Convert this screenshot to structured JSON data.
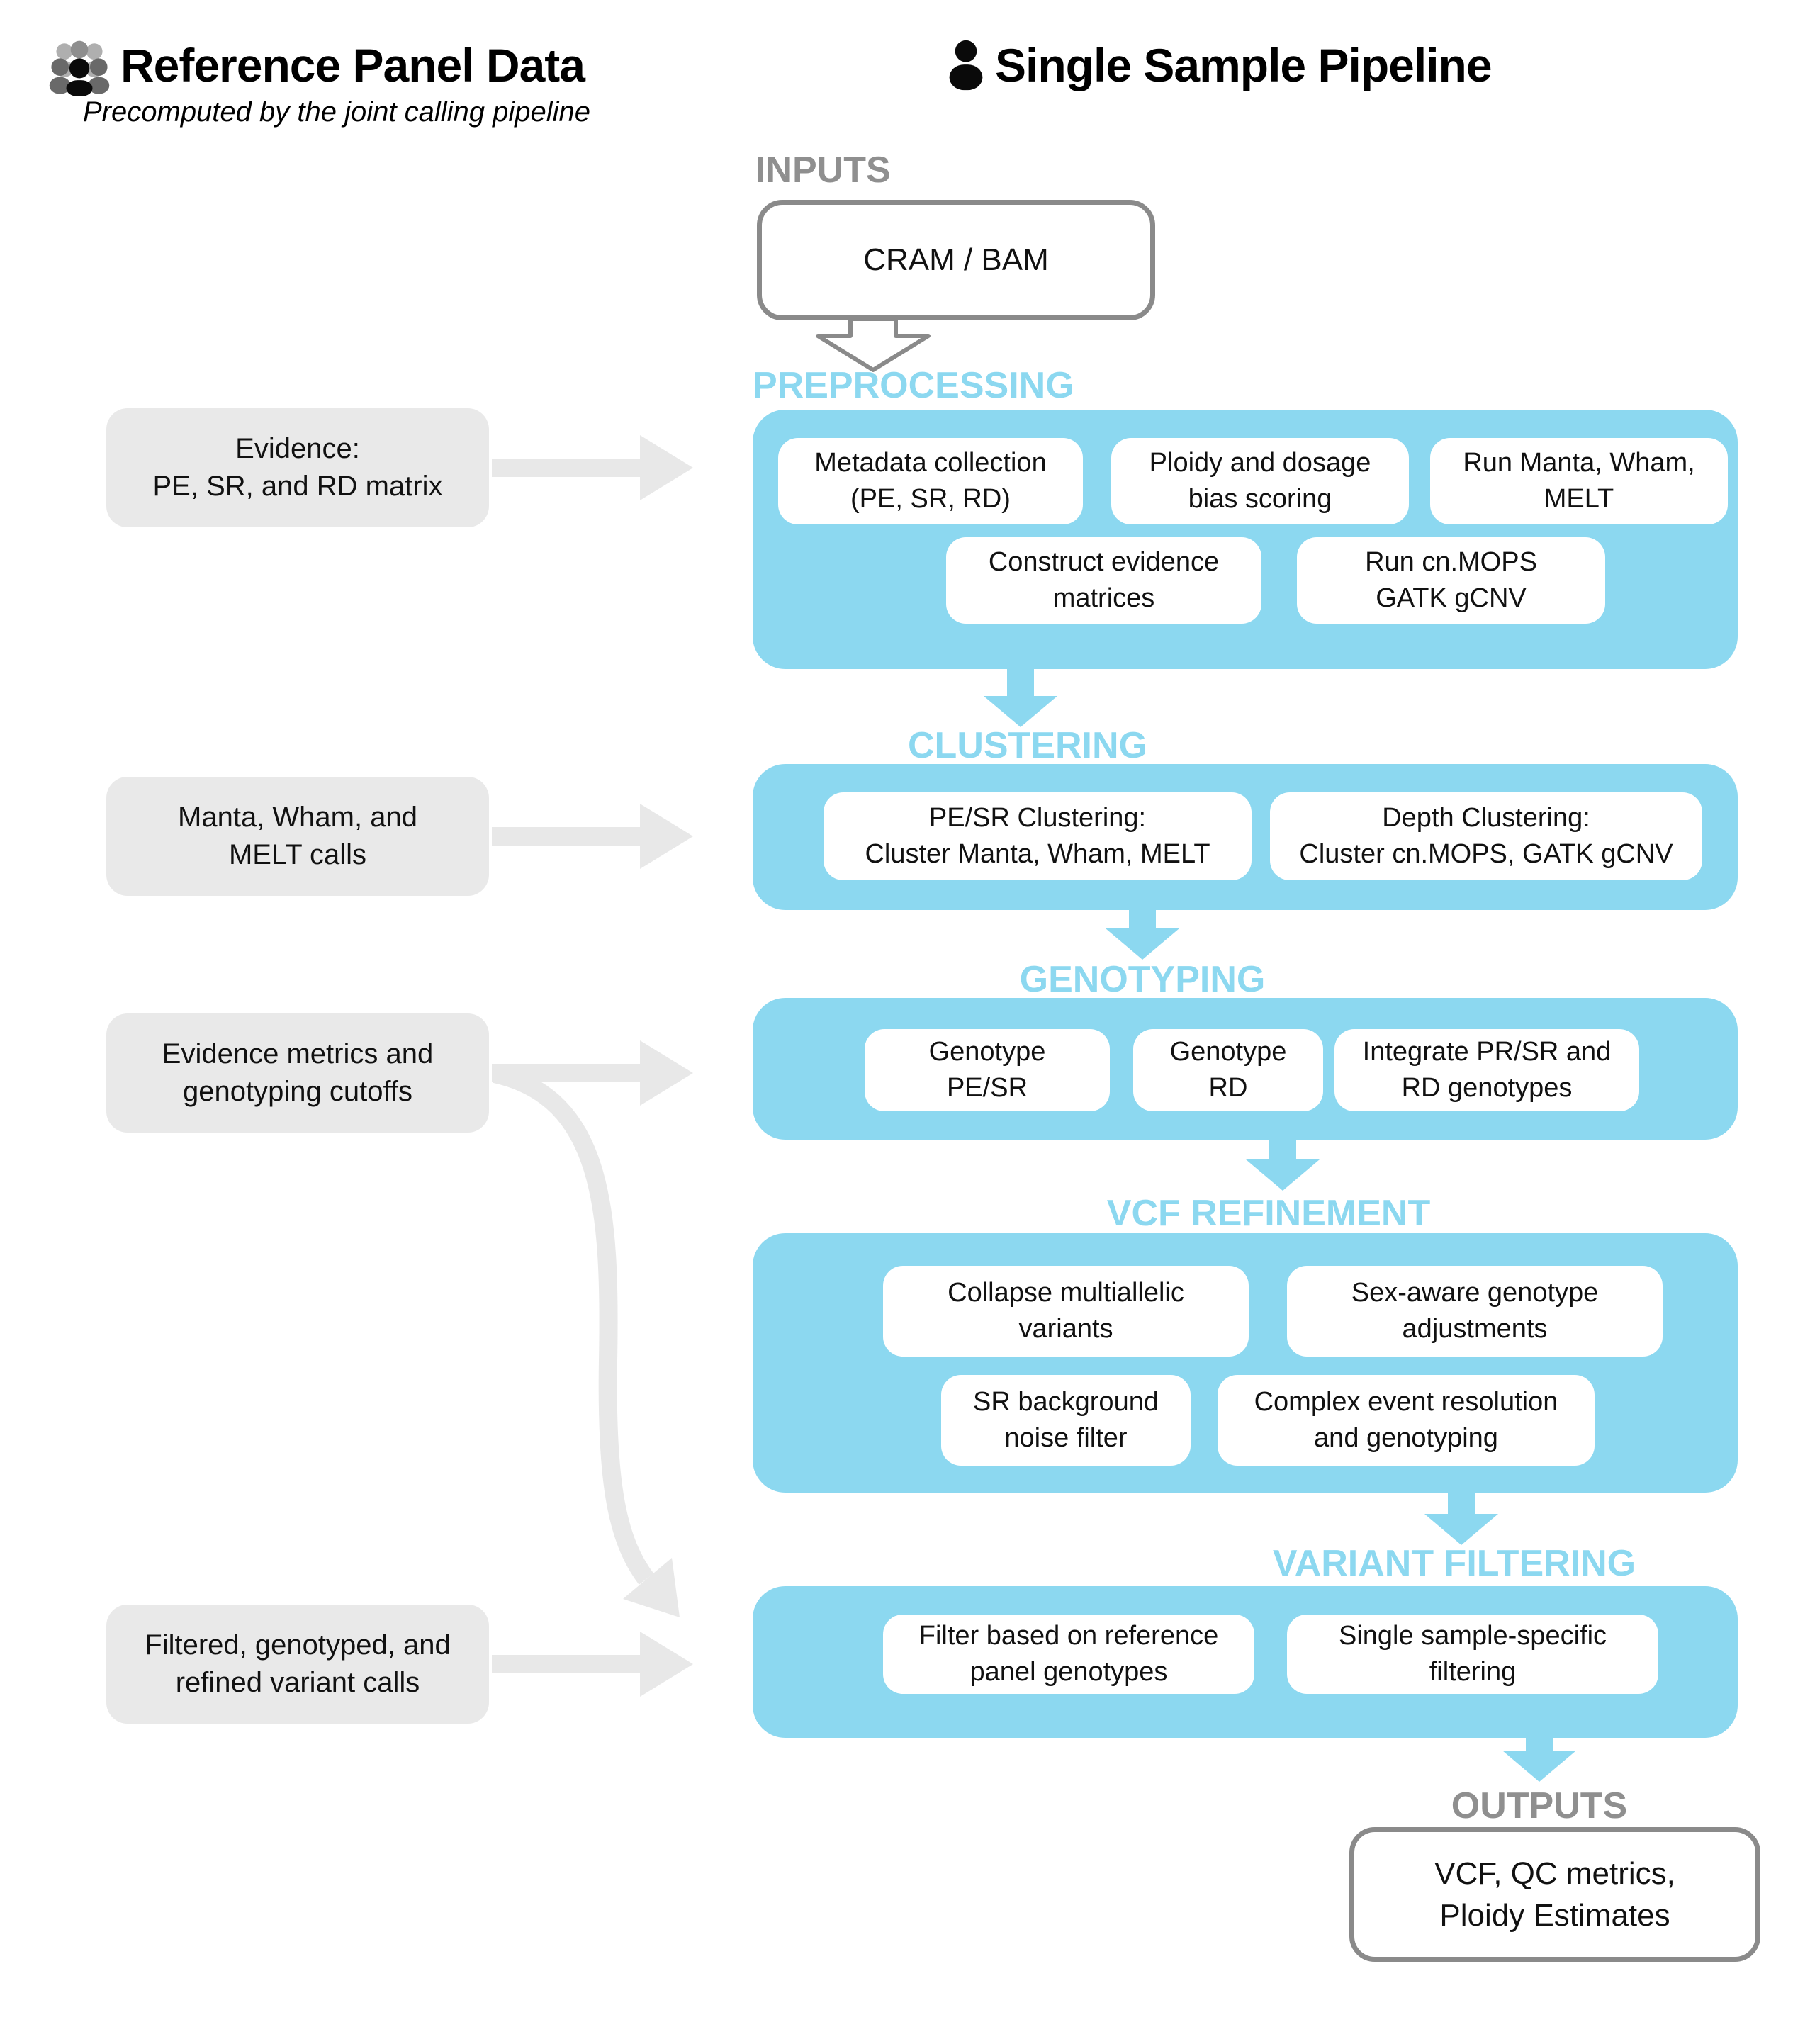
{
  "colors": {
    "pipeline_blue": "#8CD8F0",
    "io_label_gray": "#8F8F8F",
    "panel_box_gray": "#E9E9E9",
    "connector_gray": "#E8E8E8",
    "io_box_border_gray": "#8A8A8A"
  },
  "reference_panel": {
    "icon": "people-group-icon",
    "title": "Reference Panel Data",
    "subtitle": "Precomputed by the joint calling pipeline",
    "boxes": [
      {
        "label": "Evidence:\nPE, SR, and RD matrix"
      },
      {
        "label": "Manta, Wham, and\nMELT calls"
      },
      {
        "label": "Evidence metrics and\ngenotyping cutoffs"
      },
      {
        "label": "Filtered, genotyped, and\nrefined variant calls"
      }
    ]
  },
  "pipeline": {
    "icon": "person-icon",
    "title": "Single Sample Pipeline",
    "inputs_label": "INPUTS",
    "input_box": "CRAM / BAM",
    "sections": [
      {
        "name": "PREPROCESSING",
        "steps": [
          "Metadata collection\n(PE, SR, RD)",
          "Ploidy and dosage\nbias scoring",
          "Run Manta, Wham,\nMELT",
          "Construct evidence\nmatrices",
          "Run cn.MOPS\nGATK gCNV"
        ]
      },
      {
        "name": "CLUSTERING",
        "steps": [
          "PE/SR Clustering:\nCluster Manta, Wham, MELT",
          "Depth Clustering:\nCluster cn.MOPS, GATK gCNV"
        ]
      },
      {
        "name": "GENOTYPING",
        "steps": [
          "Genotype\nPE/SR",
          "Genotype\nRD",
          "Integrate PR/SR and\nRD genotypes"
        ]
      },
      {
        "name": "VCF REFINEMENT",
        "steps": [
          "Collapse multiallelic\nvariants",
          "Sex-aware genotype\nadjustments",
          "SR background\nnoise filter",
          "Complex event resolution\nand genotyping"
        ]
      },
      {
        "name": "VARIANT FILTERING",
        "steps": [
          "Filter based on reference\npanel genotypes",
          "Single sample-specific\nfiltering"
        ]
      }
    ],
    "outputs_label": "OUTPUTS",
    "output_box": "VCF, QC metrics,\nPloidy Estimates"
  }
}
